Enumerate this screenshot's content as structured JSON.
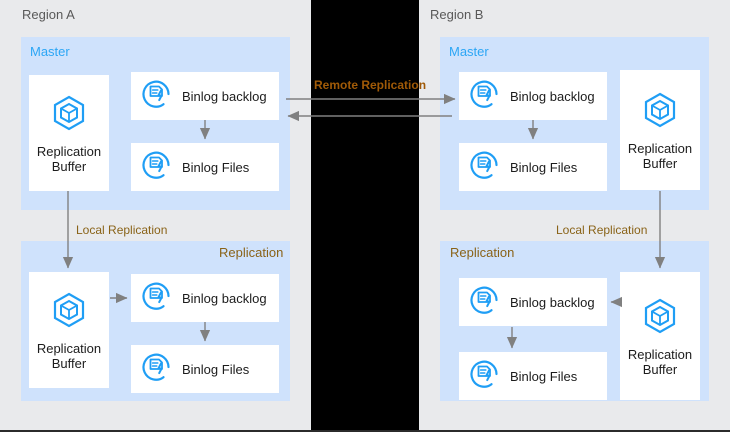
{
  "regions": [
    {
      "title": "Region A",
      "groups": [
        {
          "label": "Master",
          "nodes": [
            {
              "label": "Replication\nBuffer",
              "icon": "cube-hexagon-icon"
            },
            {
              "label": "Binlog backlog",
              "icon": "binlog-icon"
            },
            {
              "label": "Binlog Files",
              "icon": "binlog-icon"
            }
          ]
        },
        {
          "label": "Replication",
          "nodes": [
            {
              "label": "Replication\nBuffer",
              "icon": "cube-hexagon-icon"
            },
            {
              "label": "Binlog backlog",
              "icon": "binlog-icon"
            },
            {
              "label": "Binlog Files",
              "icon": "binlog-icon"
            }
          ]
        }
      ],
      "local_replication_label": "Local Replication"
    },
    {
      "title": "Region B",
      "groups": [
        {
          "label": "Master",
          "nodes": [
            {
              "label": "Binlog backlog",
              "icon": "binlog-icon"
            },
            {
              "label": "Binlog Files",
              "icon": "binlog-icon"
            },
            {
              "label": "Replication\nBuffer",
              "icon": "cube-hexagon-icon"
            }
          ]
        },
        {
          "label": "Replication",
          "nodes": [
            {
              "label": "Binlog backlog",
              "icon": "binlog-icon"
            },
            {
              "label": "Binlog Files",
              "icon": "binlog-icon"
            },
            {
              "label": "Replication\nBuffer",
              "icon": "cube-hexagon-icon"
            }
          ]
        }
      ],
      "local_replication_label": "Local Replication"
    }
  ],
  "remote_replication_label": "Remote Replication",
  "colors": {
    "page_background": "#e9eaec",
    "panel_background": "#cfe2fc",
    "accent_blue": "#1f9ef5",
    "master_label": "#2ca6f5",
    "connector_label": "#8a6318",
    "remote_label": "#a05a07",
    "arrow": "#808080",
    "band": "#000000"
  }
}
